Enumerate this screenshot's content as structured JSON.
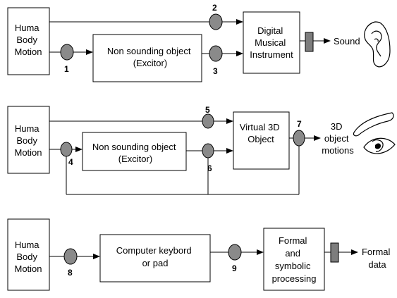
{
  "rows": [
    {
      "input_lines": [
        "Huma",
        "Body",
        "Motion"
      ],
      "excitor_lines": [
        "Non sounding object",
        "(Excitor)"
      ],
      "target_lines": [
        "Digital",
        "Musical",
        "Instrument"
      ],
      "output_lines": [
        "Sound"
      ],
      "numbers": [
        "1",
        "2",
        "3"
      ],
      "output_icon": "ear-icon"
    },
    {
      "input_lines": [
        "Huma",
        "Body",
        "Motion"
      ],
      "excitor_lines": [
        "Non sounding object",
        "(Excitor)"
      ],
      "target_lines": [
        "Virtual 3D",
        "Object"
      ],
      "output_lines": [
        "3D",
        "object",
        "motions"
      ],
      "numbers": [
        "4",
        "5",
        "6",
        "7"
      ],
      "output_icon": "eye-icon"
    },
    {
      "input_lines": [
        "Huma",
        "Body",
        "Motion"
      ],
      "excitor_lines": [
        "Computer keybord",
        "or pad"
      ],
      "target_lines": [
        "Formal",
        "and",
        "symbolic",
        "processing"
      ],
      "output_lines": [
        "Formal",
        "data"
      ],
      "numbers": [
        "8",
        "9"
      ]
    }
  ]
}
